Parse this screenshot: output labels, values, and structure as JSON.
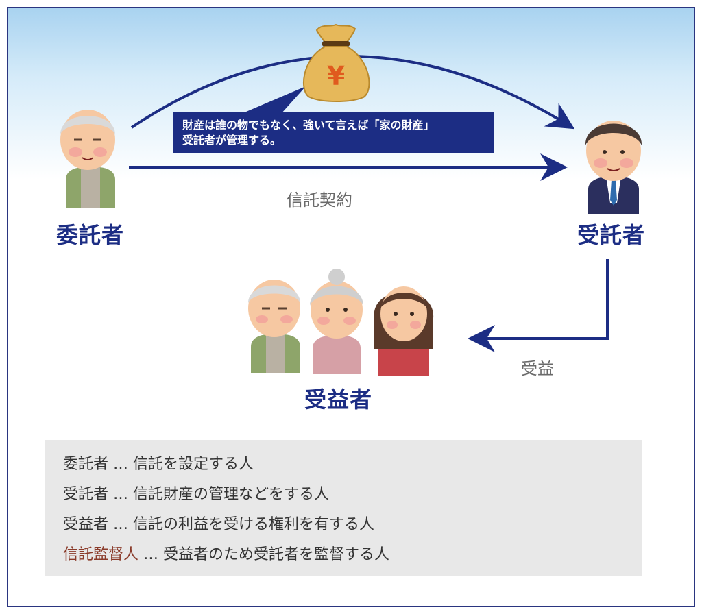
{
  "roles": {
    "trustor": "委託者",
    "trustee": "受託者",
    "beneficiary": "受益者"
  },
  "flows": {
    "contract": "信託契約",
    "benefit": "受益"
  },
  "money_bag": {
    "symbol": "¥"
  },
  "callout": {
    "line1": "財産は誰の物でもなく、強いて言えば「家の財産」",
    "line2": "受託者が管理する。"
  },
  "legend": [
    {
      "term": "委託者",
      "desc": " … 信託を設定する人",
      "accent": false
    },
    {
      "term": "受託者",
      "desc": " … 信託財産の管理などをする人",
      "accent": false
    },
    {
      "term": "受益者",
      "desc": " … 信託の利益を受ける権利を有する人",
      "accent": false
    },
    {
      "term": "信託監督人",
      "desc": " … 受益者のため受託者を監督する人",
      "accent": true
    }
  ],
  "colors": {
    "navy": "#1c2d84",
    "accent_brown": "#8a3b2a",
    "legend_bg": "#e8e8e8",
    "bag": "#e6b85a"
  }
}
